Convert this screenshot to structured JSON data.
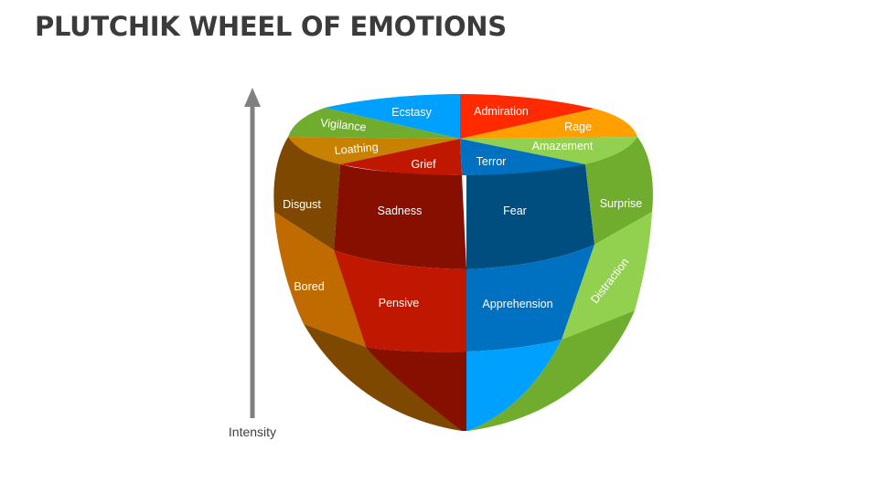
{
  "title": "PLUTCHIK WHEEL OF EMOTIONS",
  "axis": {
    "label": "Intensity"
  },
  "colors": {
    "dark_brown": "#7E4800",
    "orange_brown": "#C06B00",
    "light_brown": "#C88100",
    "dark_red": "#870F00",
    "red": "#C01800",
    "bright_red": "#FF2A00",
    "dark_blue": "#004D80",
    "blue": "#0070C0",
    "light_blue": "#00A0FF",
    "green": "#70AD2F",
    "light_green": "#92D050",
    "orange": "#FFA000",
    "arrow": "#808080"
  },
  "labels": {
    "top": {
      "ecstasy": "Ecstasy",
      "admiration": "Admiration",
      "vigilance": "Vigilance",
      "rage": "Rage",
      "loathing": "Loathing",
      "amazement": "Amazement",
      "grief": "Grief",
      "terror": "Terror"
    },
    "middle": {
      "disgust": "Disgust",
      "sadness": "Sadness",
      "fear": "Fear",
      "surprise": "Surprise"
    },
    "lower": {
      "bored": "Bored",
      "pensive": "Pensive",
      "apprehension": "Apprehension",
      "distraction": "Distraction"
    }
  }
}
